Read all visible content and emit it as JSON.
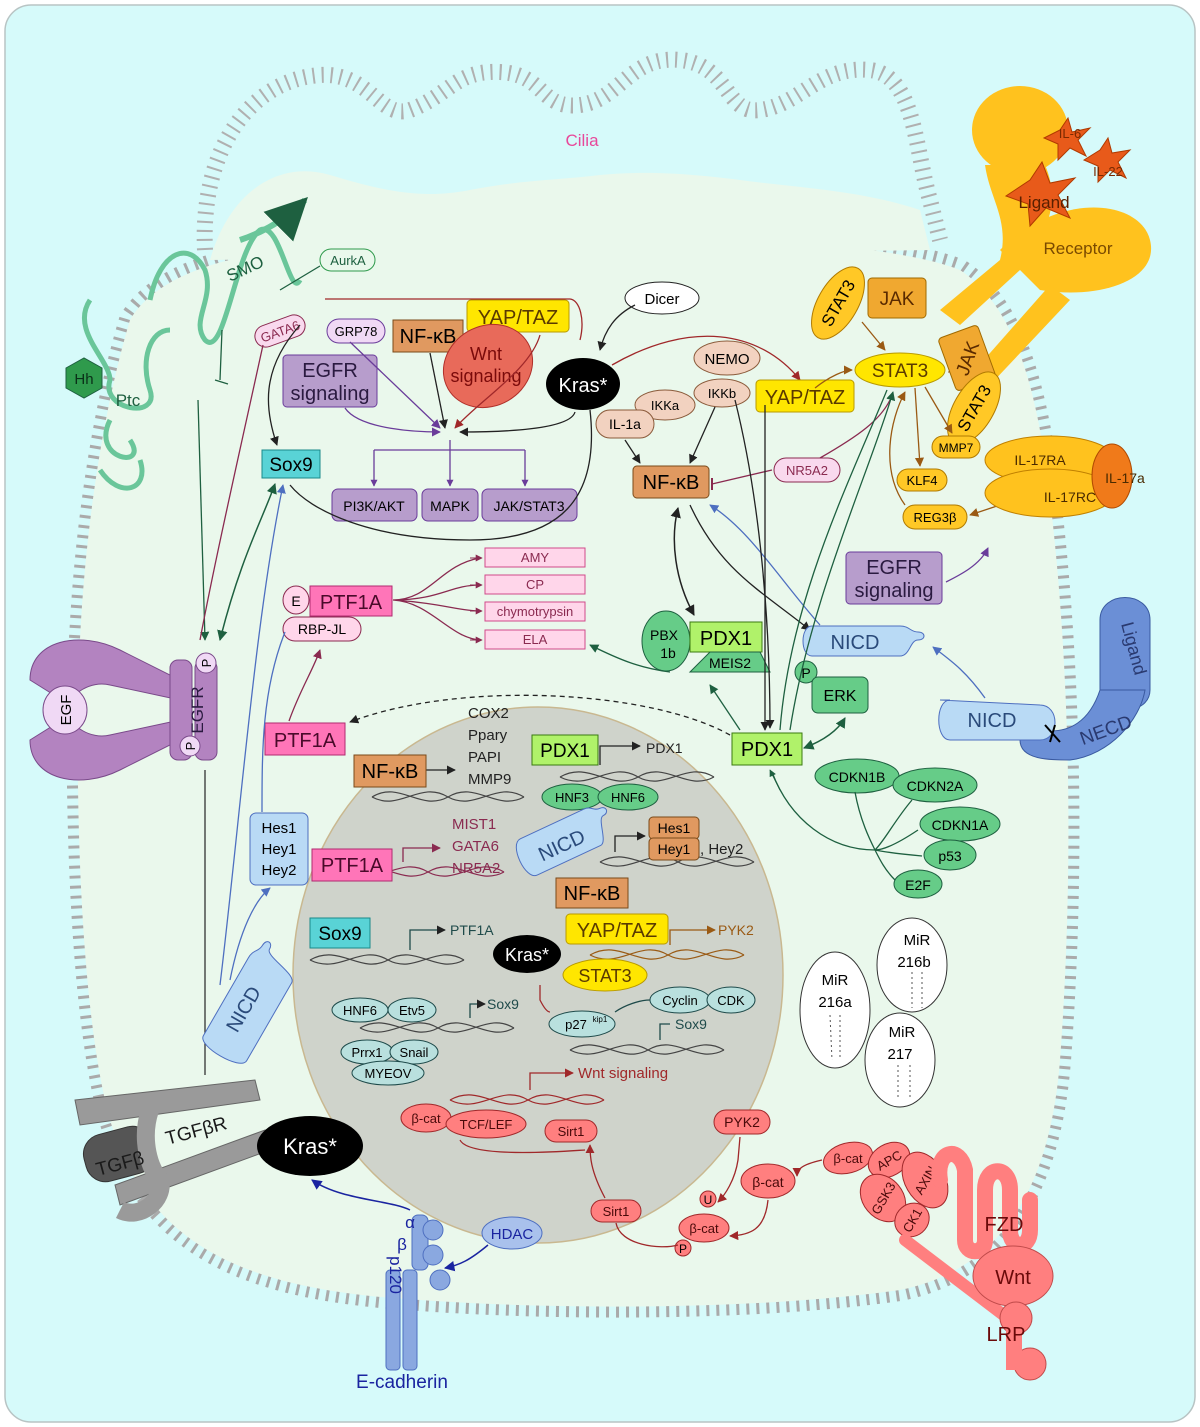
{
  "labels": {
    "cilia": "Cilia",
    "smo": "SMO",
    "hh": "Hh",
    "ptc": "Ptc",
    "aurka": "AurkA",
    "gata6_m": "GATA6",
    "grp78": "GRP78",
    "nfkb_top": "NF-κB",
    "yaptaz_top": "YAP/TAZ",
    "dicer": "Dicer",
    "wnt_sig_1": "Wnt",
    "wnt_sig_2": "signaling",
    "kras_top": "Kras*",
    "egfr_sig_1": "EGFR",
    "egfr_sig_2": "signaling",
    "sox9": "Sox9",
    "pi3k": "PI3K/AKT",
    "mapk": "MAPK",
    "jakstat": "JAK/STAT3",
    "ikka": "IKKa",
    "nemo": "NEMO",
    "ikkb": "IKKb",
    "il1a": "IL-1a",
    "nfkb_mid": "NF-κB",
    "nr5a2": "NR5A2",
    "yaptaz_mid": "YAP/TAZ",
    "stat3_c": "STAT3",
    "stat3_l": "STAT3",
    "jak_l": "JAK",
    "jak_r": "JAK",
    "stat3_r": "STAT3",
    "mmp7": "MMP7",
    "klf4": "KLF4",
    "reg3b": "REG3β",
    "il6": "IL-6",
    "il22": "IL-22",
    "ligand_r": "Ligand",
    "receptor_r": "Receptor",
    "il17ra": "IL-17RA",
    "il17a": "IL-17a",
    "il17rc": "IL-17RC",
    "egfr_sig2_1": "EGFR",
    "egfr_sig2_2": "signaling",
    "amy": "AMY",
    "cp": "CP",
    "chymo": "chymotrypsin",
    "ela": "ELA",
    "e": "E",
    "ptf1a_top": "PTF1A",
    "rbpjl": "RBP-JL",
    "pbx": "PBX",
    "pbx1b": "1b",
    "pdx1_top": "PDX1",
    "meis2": "MEIS2",
    "nicd_mid": "NICD",
    "p_erk": "P",
    "erk": "ERK",
    "ligand_n": "Ligand",
    "nicd_n": "NICD",
    "necd": "NECD",
    "ptf1a_left": "PTF1A",
    "pdx1_mid": "PDX1",
    "cdkn1b": "CDKN1B",
    "cdkn2a": "CDKN2A",
    "cdkn1a": "CDKN1A",
    "p53": "p53",
    "e2f": "E2F",
    "egf": "EGF",
    "egfr": "EGFR",
    "p1": "P",
    "p2": "P",
    "hes1": "Hes1",
    "hey1": "Hey1",
    "hey2": "Hey2",
    "nicd_low": "NICD",
    "tgfb": "TGFβ",
    "tgfbr": "TGFβR",
    "kras_low": "Kras*",
    "alpha": "α",
    "beta": "β",
    "p120": "p120",
    "ecad": "E-cadherin",
    "hdac": "HDAC",
    "pyk2_c": "PYK2",
    "bcat_1": "β-cat",
    "bcat_2": "β-cat",
    "bcat_3": "β-cat",
    "u": "U",
    "p_b": "P",
    "sirt1_c": "Sirt1",
    "apc": "APC",
    "axin": "AXIN",
    "gsk3": "GSK3",
    "ck1": "CK1",
    "fzd": "FZD",
    "wnt": "Wnt",
    "lrp": "LRP",
    "mir216a_1": "MiR",
    "mir216a_2": "216a",
    "mir216b_1": "MiR",
    "mir216b_2": "216b",
    "mir217_1": "MiR",
    "mir217_2": "217"
  },
  "nucleus": {
    "cox2": "COX2",
    "ppary": "Ppary",
    "papi": "PAPI",
    "mmp9": "MMP9",
    "nfkb": "NF-κB",
    "pdx1": "PDX1",
    "pdx1_t": "PDX1",
    "hnf3": "HNF3",
    "hnf6": "HNF6",
    "mist1": "MIST1",
    "gata6": "GATA6",
    "nr5a2": "NR5A2",
    "ptf1a": "PTF1A",
    "nicd": "NICD",
    "hes1": "Hes1",
    "hey1": "Hey1",
    "hey2": ", Hey2",
    "nfkb2": "NF-κB",
    "sox9": "Sox9",
    "ptf1a_t": "PTF1A",
    "kras": "Kras*",
    "yaptaz": "YAP/TAZ",
    "pyk2": "PYK2",
    "stat3": "STAT3",
    "hnf6b": "HNF6",
    "etv5": "Etv5",
    "sox9_t": "Sox9",
    "prrx1": "Prrx1",
    "snail": "Snail",
    "myeov": "MYEOV",
    "p27": "p27",
    "kip1": "kip1",
    "cyclin": "Cyclin",
    "cdk": "CDK",
    "sox9_t2": "Sox9",
    "wnt_sig": "Wnt signaling",
    "bcat": "β-cat",
    "tcflef": "TCF/LEF",
    "sirt1": "Sirt1"
  },
  "colors": {
    "background": "#d6fafa",
    "cytoplasm": "#eaf8ec",
    "nucleus": "#cfd3cb",
    "nfkb": "#e09960",
    "yap": "#ffe600",
    "stat": "#ffc826",
    "egfr": "#b79dcc",
    "sox9": "#59d3d6",
    "pdx1": "#b0f26a",
    "ptf1a": "#ff75b8",
    "nicd": "#b9daf5",
    "green": "#66cc88",
    "wnt": "#ff7f7f",
    "kras": "#000000"
  }
}
